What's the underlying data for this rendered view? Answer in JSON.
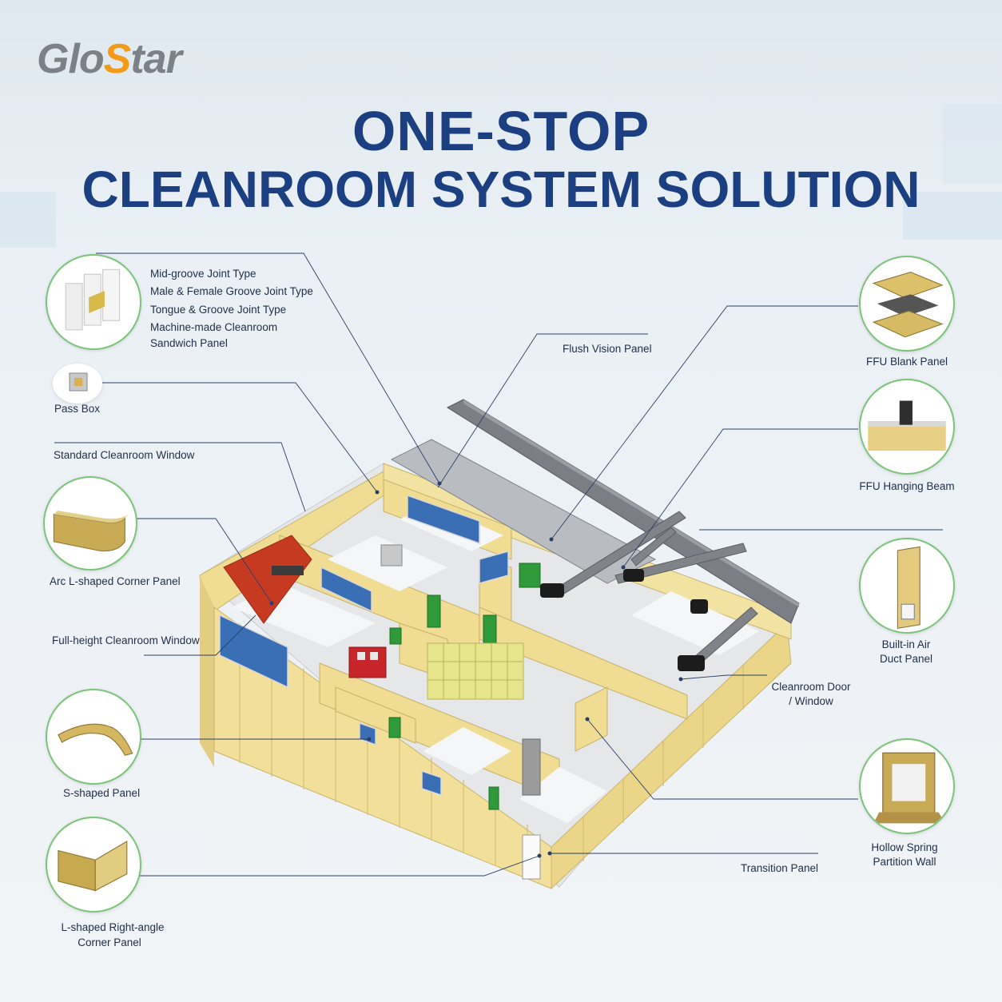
{
  "logo": {
    "part1": "Glo",
    "part2": "S",
    "part3": "tar"
  },
  "title": {
    "line1": "ONE-STOP",
    "line2": "CLEANROOM SYSTEM SOLUTION"
  },
  "labels": {
    "mid_groove": "Mid-groove Joint Type",
    "male_female": "Male & Female Groove Joint Type",
    "tongue_groove": "Tongue & Groove Joint Type",
    "machine_made_1": "Machine-made Cleanroom",
    "machine_made_2": "Sandwich Panel",
    "pass_box": "Pass Box",
    "standard_window": "Standard Cleanroom Window",
    "arc_corner": "Arc L-shaped Corner Panel",
    "full_height_window": "Full-height Cleanroom Window",
    "s_panel": "S-shaped Panel",
    "l_right_1": "L-shaped Right-angle",
    "l_right_2": "Corner Panel",
    "flush_vision": "Flush Vision Panel",
    "ffu_blank": "FFU Blank Panel",
    "ffu_beam": "FFU Hanging Beam",
    "air_duct_1": "Built-in Air",
    "air_duct_2": "Duct Panel",
    "door_window_1": "Cleanroom Door",
    "door_window_2": "/ Window",
    "hollow_1": "Hollow Spring",
    "hollow_2": "Partition Wall",
    "transition": "Transition Panel"
  },
  "colors": {
    "title": "#1b3f80",
    "logo_gray": "#7c8087",
    "logo_orange": "#f39a1a",
    "panel": "#f2df9a",
    "circle_border": "#7cc47a"
  }
}
